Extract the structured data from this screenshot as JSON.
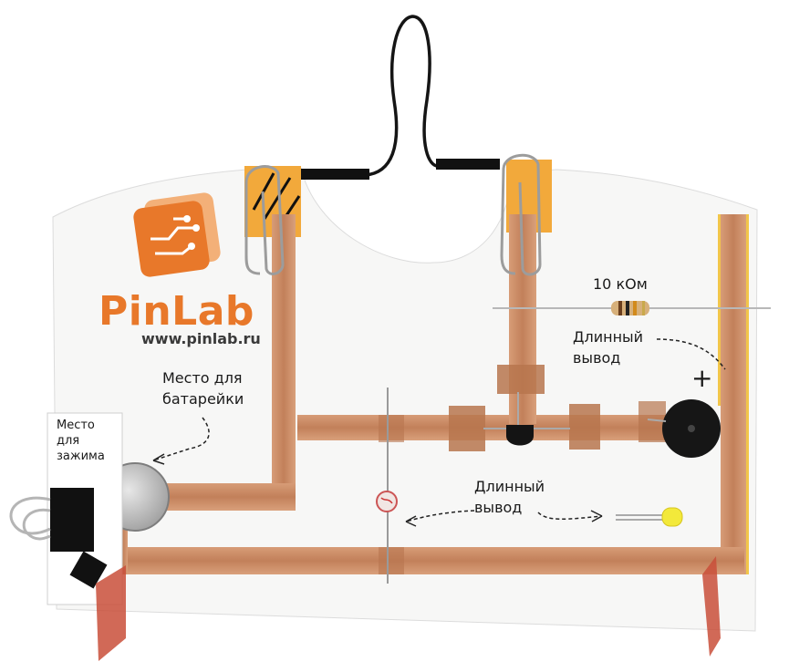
{
  "brand": {
    "name": "PinLab",
    "url": "www.pinlab.ru"
  },
  "labels": {
    "resistor_value": "10 кОм",
    "battery_place_line1": "Место для",
    "battery_place_line2": "батарейки",
    "clip_place_line1": "Место",
    "clip_place_line2": "для",
    "clip_place_line3": "зажима",
    "long_lead_1_line1": "Длинный",
    "long_lead_1_line2": "вывод",
    "long_lead_2_line1": "Длинный",
    "long_lead_2_line2": "вывод",
    "plus_sign": "+"
  },
  "colors": {
    "copper": "#c98b63",
    "copper_dark": "#a9663f",
    "orange_tape": "#f2a93b",
    "brand_orange": "#e8782a",
    "card": "#f7f7f6",
    "led_yellow": "#f3e93a"
  },
  "components": [
    "resistor",
    "transistor",
    "buzzer",
    "photoresistor",
    "led",
    "coin-battery",
    "paper-clips",
    "binder-clip",
    "wire-loop"
  ]
}
